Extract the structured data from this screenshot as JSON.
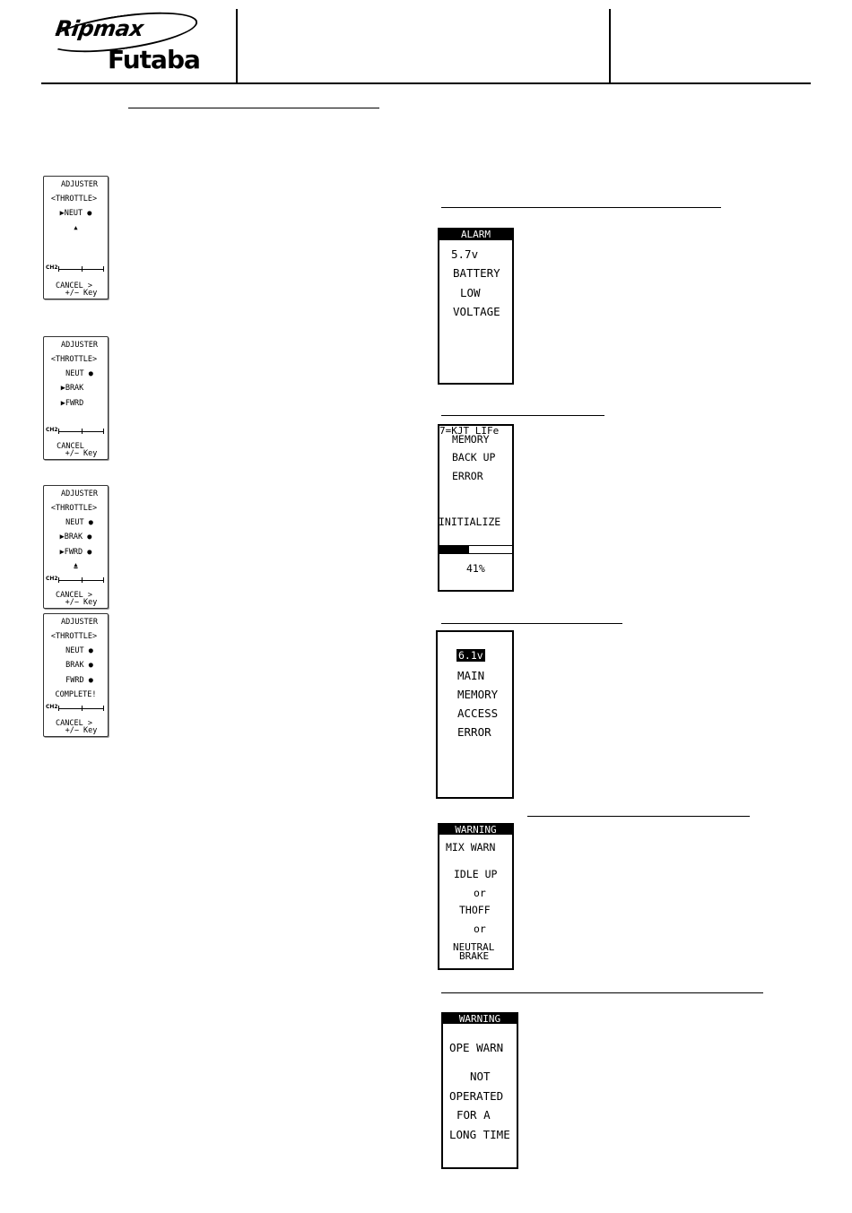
{
  "header": {
    "brand_top": "Ripmax",
    "brand_bottom": "Futaba"
  },
  "adjuster_screens": [
    {
      "title": "ADJUSTER",
      "sub": "<THROTTLE>",
      "rows": [
        "▶NEUT ●",
        "▲",
        "",
        ""
      ],
      "footer1": "CANCEL >",
      "footer2": "+/− Key",
      "ch": "CH2"
    },
    {
      "title": "ADJUSTER",
      "sub": "<THROTTLE>",
      "rows": [
        "NEUT ●",
        "▶BRAK",
        "▶FWRD",
        ""
      ],
      "footer1": "CANCEL",
      "footer2": "+/− Key",
      "ch": "CH2"
    },
    {
      "title": "ADJUSTER",
      "sub": "<THROTTLE>",
      "rows": [
        "NEUT ●",
        "▶BRAK ●",
        "▶FWRD ●",
        "▲"
      ],
      "footer1": "CANCEL >",
      "footer2": "+/− Key",
      "ch": "CH2"
    },
    {
      "title": "ADJUSTER",
      "sub": "<THROTTLE>",
      "rows": [
        "NEUT ●",
        "BRAK ●",
        "FWRD ●",
        "COMPLETE!"
      ],
      "footer1": "CANCEL >",
      "footer2": "+/− Key",
      "ch": "CH2"
    }
  ],
  "alarm_screen": {
    "header": "ALARM",
    "lines": [
      "5.7v",
      "BATTERY",
      "LOW",
      "VOLTAGE"
    ]
  },
  "backup_screen": {
    "top": "7=KJT LIFe",
    "lines": [
      "MEMORY",
      "BACK UP",
      "ERROR"
    ],
    "action": "INITIALIZE",
    "progress": 0.41,
    "progress_label": "41%"
  },
  "main_memory_screen": {
    "voltage": "6.1v",
    "lines": [
      "MAIN",
      "MEMORY",
      "ACCESS",
      "ERROR"
    ]
  },
  "mix_warning_screen": {
    "header": "WARNING",
    "lines": [
      "MIX WARN",
      "IDLE UP",
      "or",
      "THOFF",
      "or",
      "NEUTRAL",
      "BRAKE"
    ]
  },
  "ope_warning_screen": {
    "header": "WARNING",
    "lines": [
      "OPE WARN",
      "NOT",
      "OPERATED",
      "FOR A",
      "LONG TIME"
    ]
  }
}
